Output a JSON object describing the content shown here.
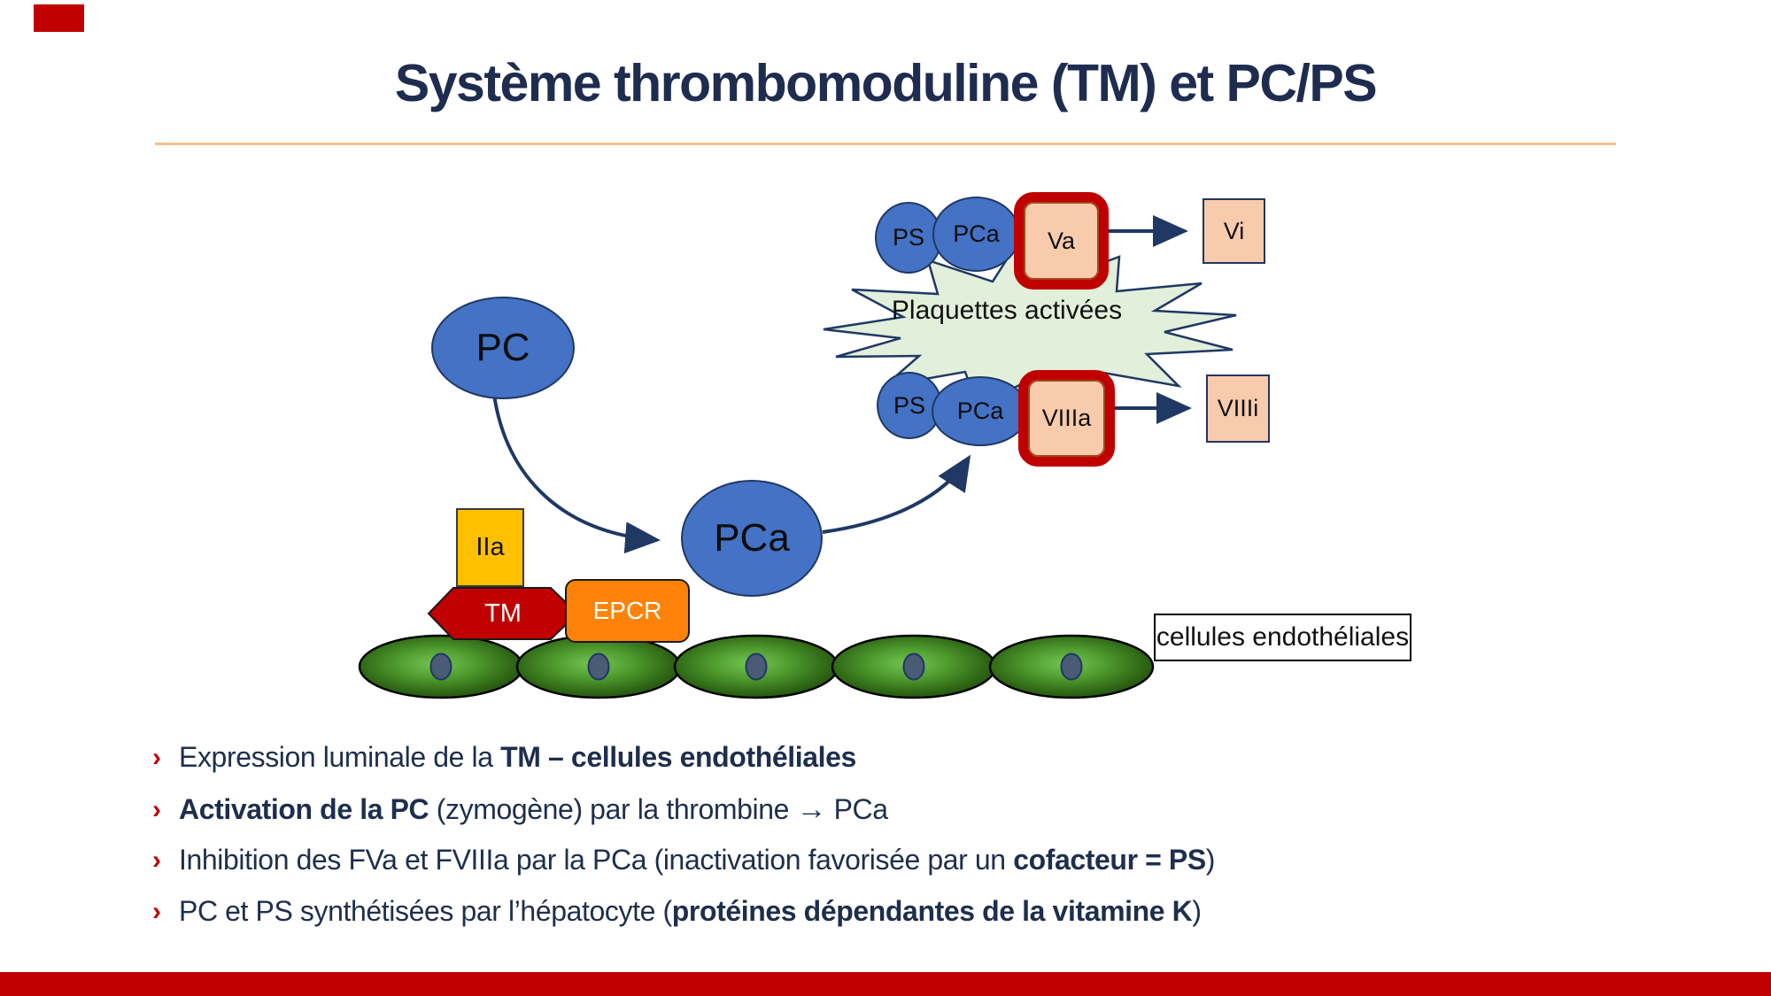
{
  "slide": {
    "title": "Système thrombomoduline (TM) et PC/PS"
  },
  "diagram": {
    "pc_label": "PC",
    "pca_center_label": "PCa",
    "iia_label": "IIa",
    "tm_label": "TM",
    "epcr_label": "EPCR",
    "starburst_label": "Plaquettes activées",
    "endothelial_label": "cellules endothéliales",
    "upper_complex": {
      "ps": "PS",
      "pca": "PCa",
      "va": "Va",
      "vi": "Vi"
    },
    "lower_complex": {
      "ps": "PS",
      "pca": "PCa",
      "viiia": "VIIIa",
      "viiii": "VIIIi"
    }
  },
  "bullets": {
    "marker": "›",
    "items": [
      {
        "runs": [
          {
            "text": "Expression luminale de la ",
            "bold": false
          },
          {
            "text": "TM – cellules endothéliales",
            "bold": true
          }
        ]
      },
      {
        "runs": [
          {
            "text": "Activation de la PC",
            "bold": true
          },
          {
            "text": " (zymogène) par la thrombine ",
            "bold": false
          },
          {
            "text": "→",
            "bold": true
          },
          {
            "text": " PCa",
            "bold": false
          }
        ]
      },
      {
        "runs": [
          {
            "text": "Inhibition des FVa et FVIIIa par la PCa (inactivation favorisée par un ",
            "bold": false
          },
          {
            "text": "cofacteur = PS",
            "bold": true
          },
          {
            "text": ")",
            "bold": false
          }
        ]
      },
      {
        "runs": [
          {
            "text": "PC et PS synthétisées par l’hépatocyte (",
            "bold": false
          },
          {
            "text": "protéines dépendantes de la vitamine K",
            "bold": true
          },
          {
            "text": ")",
            "bold": false
          }
        ]
      }
    ]
  },
  "colors": {
    "title_navy": "#1E2C4F",
    "body_navy": "#1E2F4D",
    "accent_red": "#C00000",
    "protein_blue": "#4472C4",
    "blue_outline": "#1F3864",
    "peach": "#F8CBAD",
    "yellow": "#FFC000",
    "orange": "#FF8208",
    "starburst_green": "#E2EFDA",
    "title_rule_peach": "#F5C290",
    "cell_green_light": "#6CBF4D",
    "cell_green_dark": "#1E4A0C",
    "nucleus_slate": "#4A5B76"
  }
}
